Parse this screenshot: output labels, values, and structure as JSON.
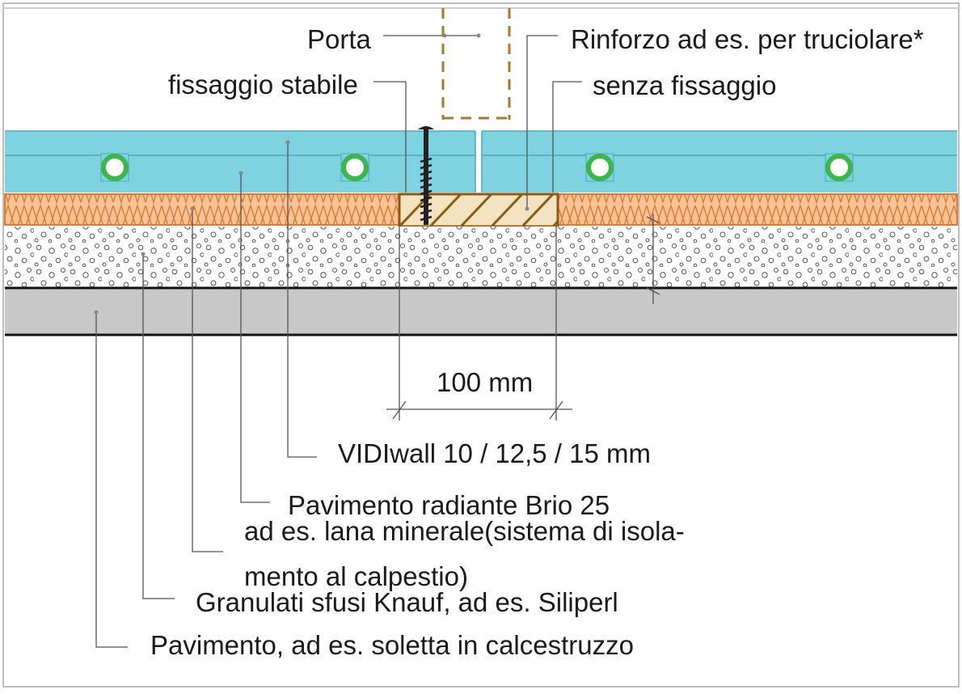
{
  "labels": {
    "door": "Porta",
    "reinforcement": "Rinforzo ad es. per truciolare*",
    "fixed": "fissaggio stabile",
    "not_fixed": "senza fissaggio",
    "dimension": "100 mm",
    "board": "VIDIwall 10 / 12,5 / 15 mm",
    "heating": "Pavimento radiante Brio 25",
    "insulation_line1": "ad es. lana minerale(sistema di isola-",
    "insulation_line2": "mento al calpestio)",
    "granulate": "Granulati sfusi Knauf, ad es. Siliperl",
    "floor": "Pavimento, ad es. soletta in calcestruzzo"
  },
  "colors": {
    "board": "#7fd2df",
    "board_dark": "#4aa9b9",
    "pipe": "#3cb54a",
    "insulation": "#f7c49a",
    "insulation_line": "#e07a2e",
    "wood": "#f3e3c0",
    "wood_hatch": "#8b5a12",
    "door": "#a77a2a",
    "slab": "#c8c8c8",
    "leader": "#555555"
  }
}
